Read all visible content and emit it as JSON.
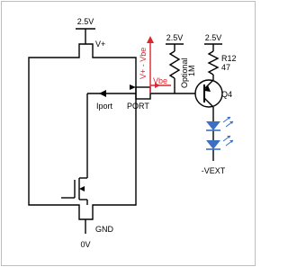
{
  "diagram": {
    "supply_top": "2.5V",
    "pin_vplus": "V+",
    "pin_gnd": "GND",
    "ground_voltage": "0V",
    "port_label": "PORT",
    "current_label": "Iport",
    "vbe_arrow_label": "V+ - Vbe",
    "vbe_label": "Vbe",
    "pullup_supply": "2.5V",
    "pullup_label_line1": "Optional",
    "pullup_label_line2": "1M",
    "r12_supply": "2.5V",
    "r12_label_line1": "R12",
    "r12_label_line2": "47",
    "transistor_label": "Q4",
    "vext_label": "-VEXT",
    "colors": {
      "wire": "#000000",
      "accent_red": "#d9272e",
      "led_blue": "#3b6fc4",
      "border": "#bdbdbd"
    }
  }
}
